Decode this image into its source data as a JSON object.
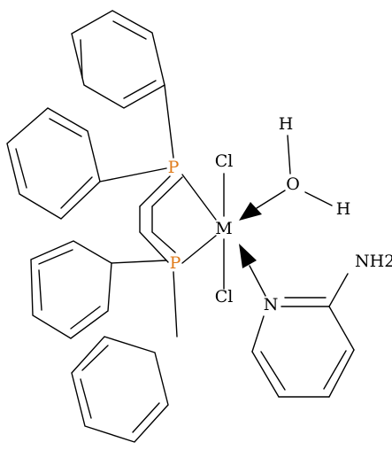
{
  "atoms": {
    "p1": "P",
    "p2": "P",
    "cl1": "Cl",
    "cl2": "Cl",
    "metal": "M",
    "o": "O",
    "h1": "H",
    "h2": "H",
    "n": "N",
    "amine": "NH2"
  },
  "colors": {
    "phosphorus": "#e07b1a",
    "default": "#000000"
  }
}
